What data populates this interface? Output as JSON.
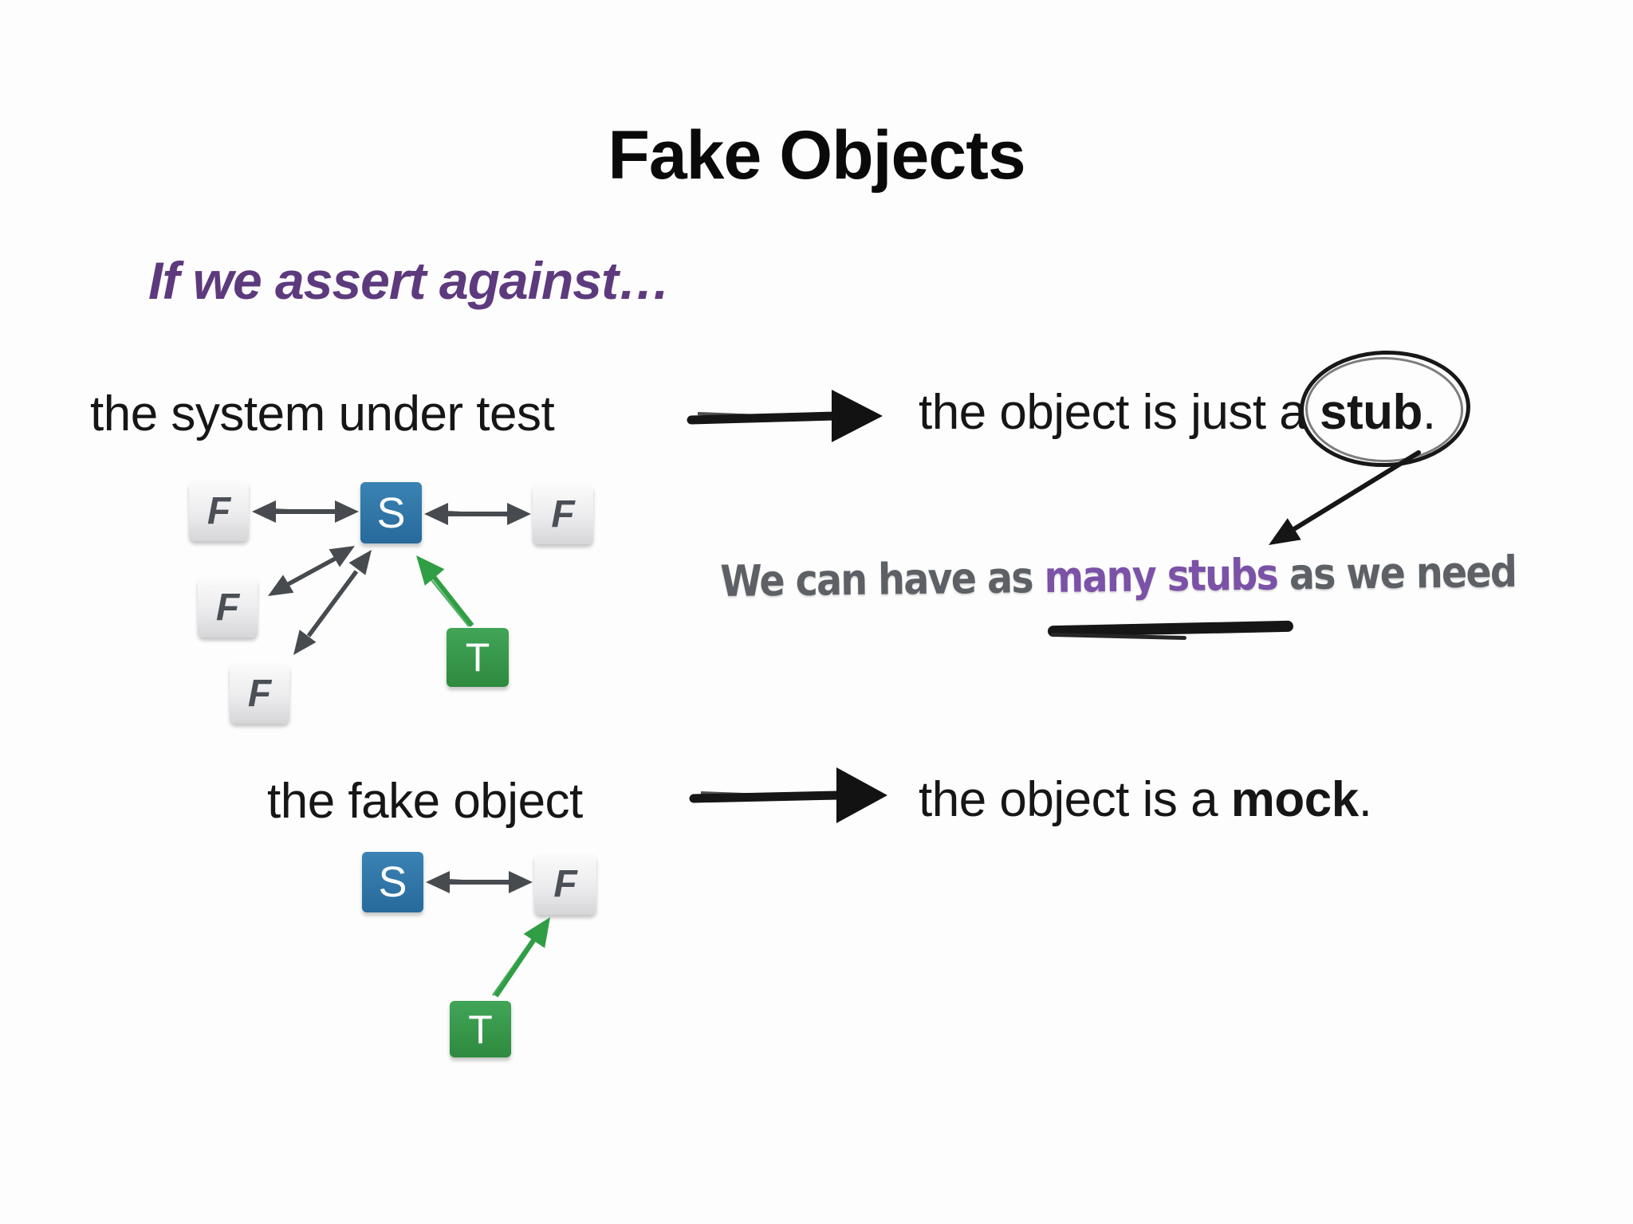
{
  "title": "Fake Objects",
  "subtitle": "If we assert against…",
  "row1": {
    "left": "the system under test",
    "right_prefix": "the object is just a ",
    "keyword": "stub",
    "suffix": "."
  },
  "note": {
    "prefix": "We can have as ",
    "highlight": "many stubs",
    "suffix": " as we need"
  },
  "row2": {
    "left": "the fake object",
    "right_prefix": "the object is a ",
    "keyword": "mock",
    "suffix": "."
  },
  "diagram1": {
    "nodes": {
      "f1": "F",
      "s": "S",
      "f2": "F",
      "f3": "F",
      "f4": "F",
      "t": "T"
    }
  },
  "diagram2": {
    "nodes": {
      "s": "S",
      "f": "F",
      "t": "T"
    }
  },
  "colors": {
    "sut_blue": "#2b73a2",
    "test_green": "#38984a",
    "fake_gray_letter": "#4b5057",
    "accent_purple": "#5d3a7d",
    "note_purple": "#7b52a7",
    "note_gray": "#5d6166",
    "arrow_gray": "#474b4f",
    "arrow_green": "#2f9e44",
    "ink_black": "#161616"
  }
}
